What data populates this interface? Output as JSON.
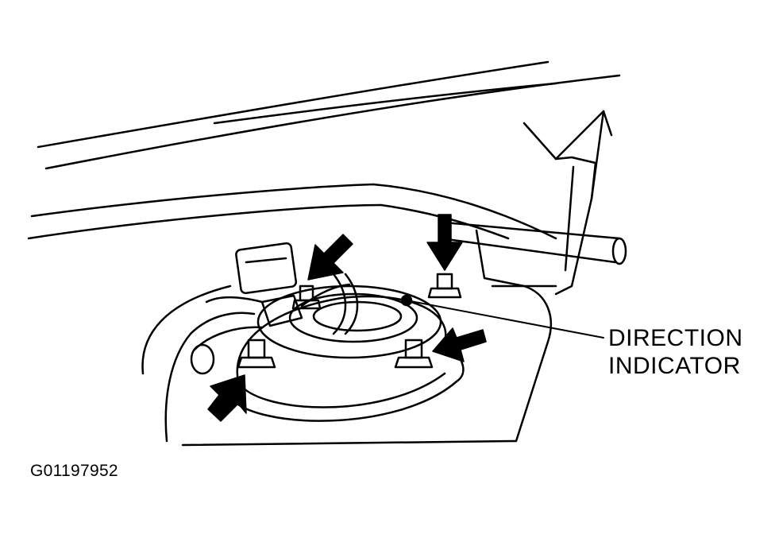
{
  "callout": {
    "line1": "DIRECTION",
    "line2": "INDICATOR"
  },
  "figure_id": "G01197952",
  "icons": {
    "arrows": [
      "arrow-down-icon",
      "arrow-down-left-icon",
      "arrow-left-icon",
      "arrow-up-right-icon"
    ],
    "nuts": [
      "mounting-nut-icon"
    ]
  },
  "colors": {
    "ink": "#000000",
    "paper": "#ffffff"
  }
}
